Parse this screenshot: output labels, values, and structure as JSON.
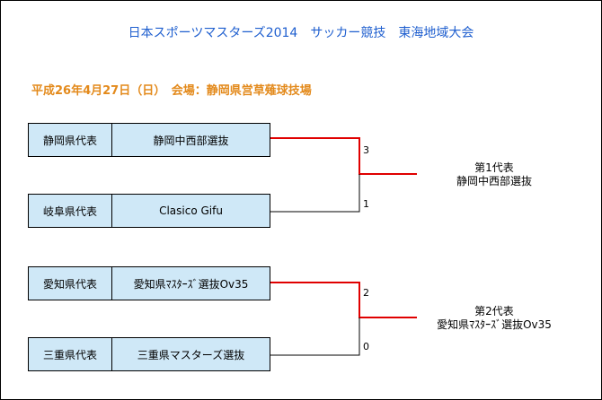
{
  "title": "日本スポーツマスターズ2014　サッカー競技　東海地域大会",
  "date_venue": "平成26年4月27日（日）　会場：静岡県営草薙球技場",
  "matches": [
    {
      "teams": [
        {
          "prefecture": "静岡県代表",
          "name": "静岡中西部選抜",
          "score": "3"
        },
        {
          "prefecture": "岐阜県代表",
          "name": "Clasico Gifu",
          "score": "1"
        }
      ],
      "result": {
        "label": "第1代表",
        "winner": "静岡中西部選抜"
      }
    },
    {
      "teams": [
        {
          "prefecture": "愛知県代表",
          "name": "愛知県ﾏｽﾀｰｽﾞ選抜Ov35",
          "score": "2"
        },
        {
          "prefecture": "三重県代表",
          "name": "三重県マスターズ選抜",
          "score": "0"
        }
      ],
      "result": {
        "label": "第2代表",
        "winner": "愛知県ﾏｽﾀｰｽﾞ選抜Ov35"
      }
    }
  ],
  "colors": {
    "title": "#1f5fcf",
    "date": "#e38a1c",
    "team_box": "#cfe8f7",
    "winner_line": "#e00000",
    "loser_line": "#000000"
  }
}
